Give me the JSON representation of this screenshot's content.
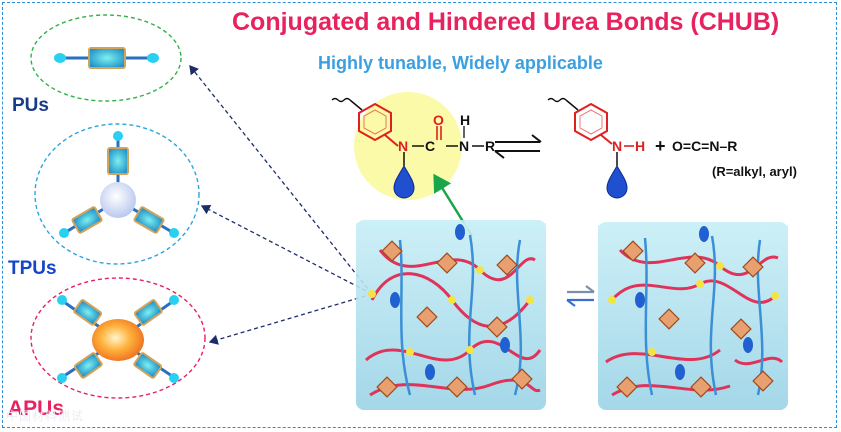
{
  "header": {
    "title": "Conjugated and Hindered Urea Bonds (CHUB)",
    "subtitle": "Highly tunable, Widely applicable"
  },
  "polymers": {
    "pus": "PUs",
    "tpus": "TPUs",
    "apus": "APUs"
  },
  "chemistry": {
    "left_atoms": {
      "n1": "N",
      "c": "C",
      "o": "O",
      "h": "H",
      "n2": "N",
      "r": "R"
    },
    "right_atoms": {
      "n": "N",
      "h": "H"
    },
    "isocyanate": "O=C=N–R",
    "plus": "+",
    "r_note": "(R=alkyl, aryl)"
  },
  "colors": {
    "title": "#e8215f",
    "subtitle": "#3ba0e0",
    "frame": "#2a8fd6",
    "bond_red": "#e02020",
    "highlight": "#fafaa8",
    "gel": "#a9dcea",
    "arrow_green": "#19a64a"
  },
  "icons": {
    "equilibrium_chem": "double-harpoon-arrows",
    "equilibrium_gel": "double-harpoon-arrows-blue",
    "droplet": "blue-droplet"
  },
  "watermark": "中国材料测试"
}
